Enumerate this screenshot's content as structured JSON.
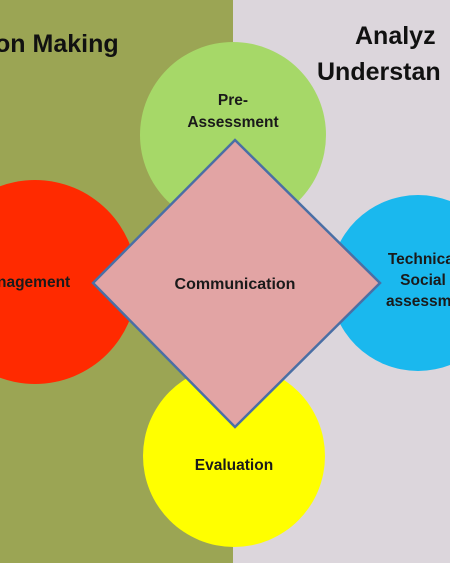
{
  "colors": {
    "left_panel": "#9ba554",
    "right_panel": "#dcd6dc",
    "pre_assessment": "#a6d868",
    "management": "#ff2a00",
    "technical_social": "#1ab8ee",
    "evaluation": "#ffff00",
    "communication": "#e2a4a4",
    "diamond_border": "#4a6fa5"
  },
  "headings": {
    "left": "on Making",
    "right_line1": "Analyz",
    "right_line2": "Understan"
  },
  "nodes": {
    "pre_assessment": {
      "line1": "Pre-",
      "line2": "Assessment"
    },
    "management": {
      "label": "nagement"
    },
    "technical_social": {
      "line1": "Technical",
      "line2": "Social",
      "line3": "assessme"
    },
    "evaluation": {
      "label": "Evaluation"
    },
    "communication": {
      "label": "Communication"
    }
  }
}
